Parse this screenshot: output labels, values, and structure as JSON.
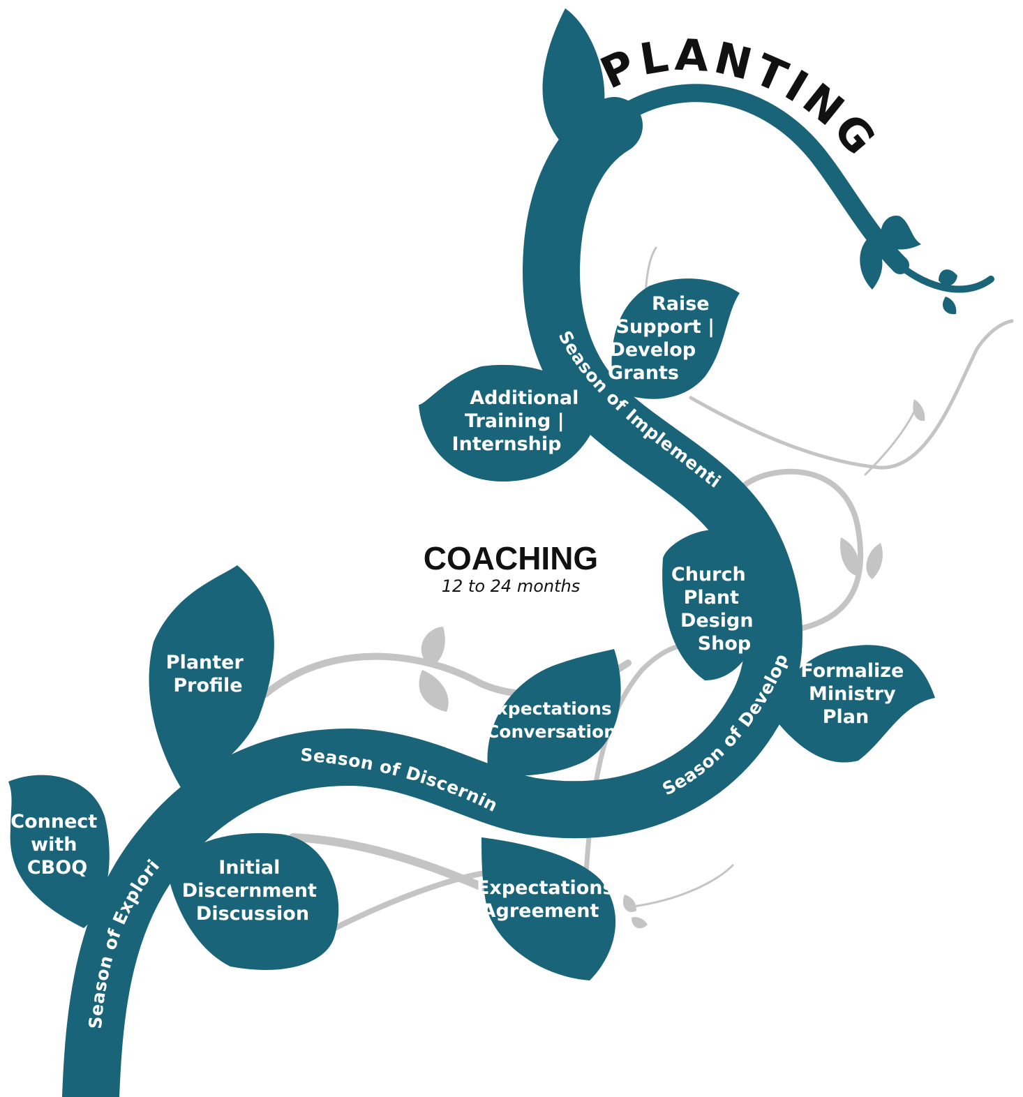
{
  "colors": {
    "vine": "#1a6479",
    "grey_vine": "#c4c4c4",
    "text_dark": "#111111",
    "text_light": "#ffffff"
  },
  "header": {
    "planting": "PLANTING"
  },
  "coaching": {
    "title": "COACHING",
    "subtitle": "12 to 24 months"
  },
  "seasons": {
    "exploring": "Season of Exploring",
    "discerning": "Season of Discerning",
    "developing": "Season of Developing",
    "implementing": "Season of Implementing"
  },
  "leaves": {
    "connect": [
      "Connect",
      "with",
      "CBOQ"
    ],
    "planter_profile": [
      "Planter",
      "Profile"
    ],
    "initial_discernment": [
      "Initial",
      "Discernment",
      "Discussion"
    ],
    "expectations_conversation": [
      "Expectations",
      "Conversation"
    ],
    "expectations_agreement": [
      "Expectations",
      "Agreement"
    ],
    "church_plant": [
      "Church",
      "Plant",
      "Design",
      "Shop"
    ],
    "formalize": [
      "Formalize",
      "Ministry",
      "Plan"
    ],
    "additional_training": [
      "Additional",
      "Training |",
      "Internship"
    ],
    "raise_support": [
      "Raise",
      "Support |",
      "Develop",
      "Grants"
    ]
  }
}
